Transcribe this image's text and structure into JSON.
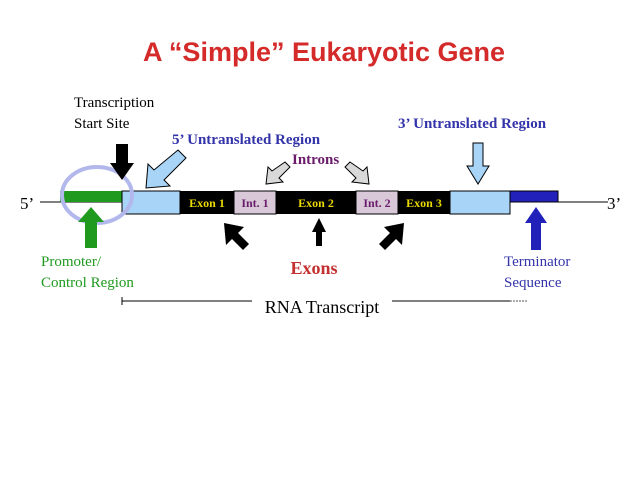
{
  "title": "A “Simple” Eukaryotic Gene",
  "labels": {
    "transcription_start_1": "Transcription",
    "transcription_start_2": "Start Site",
    "utr5": "5’ Untranslated Region",
    "utr3": "3’ Untranslated Region",
    "introns": "Introns",
    "end5": "5’",
    "end3": "3’",
    "promoter_1": "Promoter/",
    "promoter_2": "Control Region",
    "exons": "Exons",
    "terminator_1": "Terminator",
    "terminator_2": "Sequence",
    "rna_transcript": "RNA Transcript"
  },
  "segments": {
    "exon1": "Exon 1",
    "int1": "Int. 1",
    "exon2": "Exon 2",
    "int2": "Int. 2",
    "exon3": "Exon 3"
  },
  "colors": {
    "title": "#d42a2a",
    "blue_label": "#3333aa",
    "purple_label": "#6a1b6a",
    "green": "#1f9a1f",
    "green_label": "#1f9a1f",
    "utr_fill": "#a8d4f7",
    "intron_fill": "#d8c8d8",
    "exon_fill": "#000000",
    "exon_text": "#e8d800",
    "terminator": "#2222bb",
    "exons_label": "#c43030",
    "circle": "#b3b8ec"
  },
  "icons": {
    "start_arrow": "arrow-down-black-icon",
    "utr5_arrow": "arrow-diagonal-lightblue-icon",
    "utr3_arrow": "arrow-down-lightblue-icon",
    "intron_arrows": "arrow-diagonal-gray-icon",
    "exon_arrows": "arrow-black-icon",
    "promoter_arrow": "arrow-up-green-icon",
    "terminator_arrow": "arrow-up-blue-icon"
  }
}
